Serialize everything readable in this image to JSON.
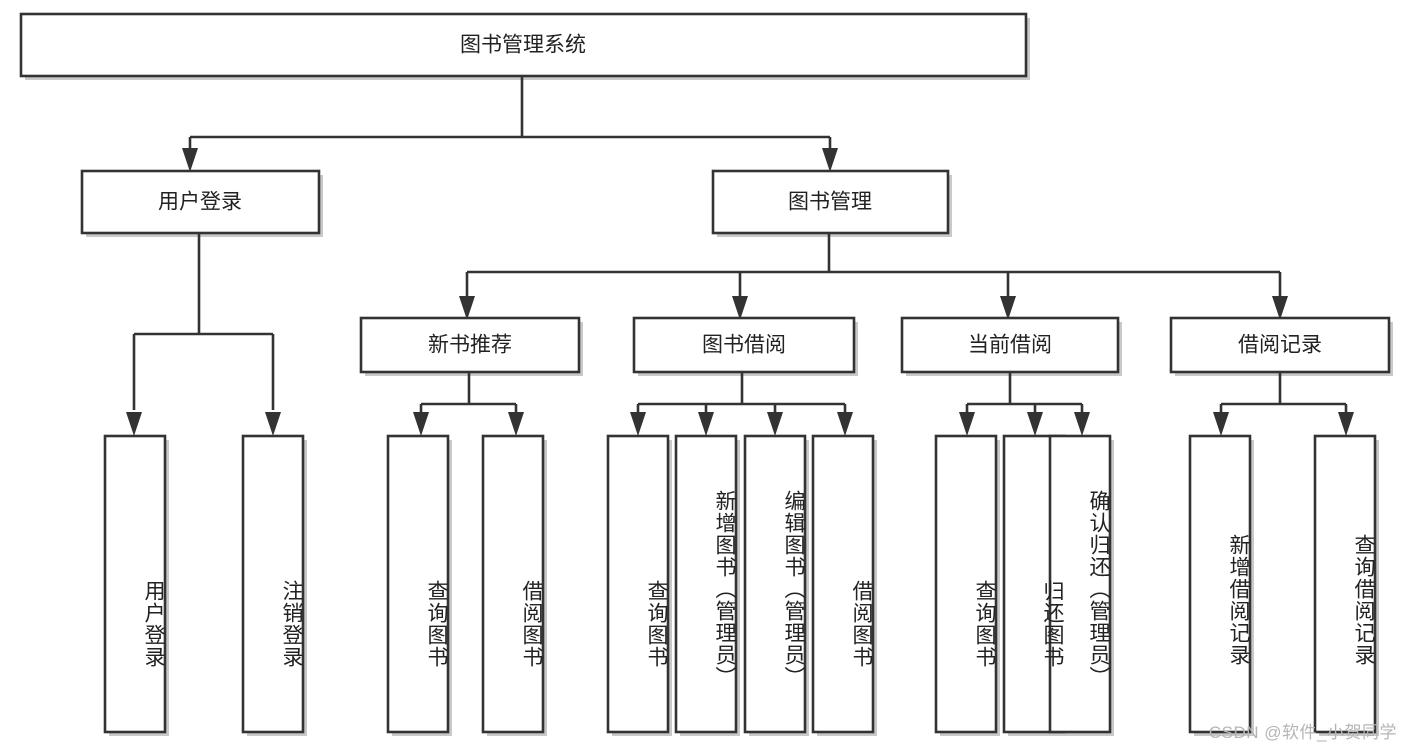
{
  "diagram": {
    "title": "图书管理系统",
    "type": "tree-hierarchy",
    "watermark": "CSDN @软件_小贺同学",
    "colors": {
      "box_stroke": "#333333",
      "box_fill": "#ffffff",
      "shadow": "#c9c9c9",
      "text": "#222222",
      "watermark": "#b5b5b5",
      "background": "#ffffff"
    },
    "levels": {
      "root": {
        "label": "图书管理系统"
      },
      "level2": [
        {
          "label": "用户登录"
        },
        {
          "label": "图书管理"
        }
      ],
      "level3": [
        {
          "label": "新书推荐"
        },
        {
          "label": "图书借阅"
        },
        {
          "label": "当前借阅"
        },
        {
          "label": "借阅记录"
        }
      ]
    },
    "leaves": {
      "user_login": [
        {
          "label": "用户登录"
        },
        {
          "label": "注销登录"
        }
      ],
      "new_book_rec": [
        {
          "label": "查询图书"
        },
        {
          "label": "借阅图书"
        }
      ],
      "book_borrow": [
        {
          "label": "查询图书"
        },
        {
          "label": "新增图书（管理员）"
        },
        {
          "label": "编辑图书（管理员）"
        },
        {
          "label": "借阅图书"
        }
      ],
      "current_borrow": [
        {
          "label": "查询图书"
        },
        {
          "label": "归还图书"
        },
        {
          "label": "确认归还（管理员）"
        }
      ],
      "borrow_record": [
        {
          "label": "新增借阅记录"
        },
        {
          "label": "查询借阅记录"
        }
      ]
    }
  }
}
